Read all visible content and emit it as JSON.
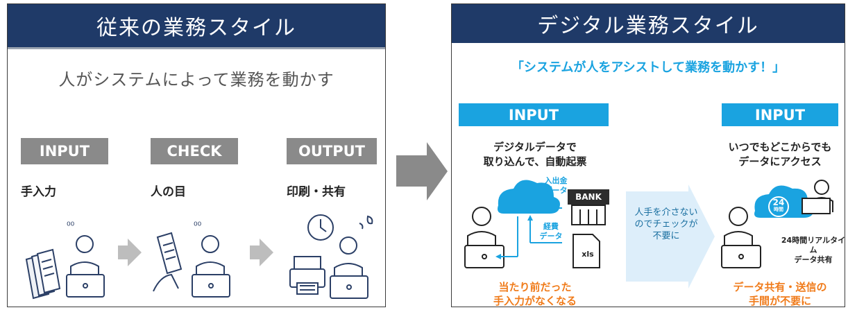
{
  "left": {
    "title": "従来の業務スタイル",
    "subtitle": "人がシステムによって業務を動かす",
    "stages": [
      {
        "label": "INPUT",
        "desc": "手入力"
      },
      {
        "label": "CHECK",
        "desc": "人の目"
      },
      {
        "label": "OUTPUT",
        "desc": "印刷・共有"
      }
    ]
  },
  "right": {
    "title": "デジタル業務スタイル",
    "subtitle": "「システムが人をアシストして業務を動かす！」",
    "blocks": [
      {
        "label": "INPUT",
        "desc_line1": "デジタルデータで",
        "desc_line2": "取り込んで、自動起票",
        "benefit_line1": "当たり前だった",
        "benefit_line2": "手入力がなくなる"
      },
      {
        "label": "INPUT",
        "desc_line1": "いつでもどこからでも",
        "desc_line2": "データにアクセス",
        "benefit_line1": "データ共有・送信の",
        "benefit_line2": "手間が不要に"
      }
    ],
    "bank_flow_line1": "入出金",
    "bank_flow_line2": "データ",
    "bank_label": "BANK",
    "expense_line1": "経費",
    "expense_line2": "データ",
    "xls_label": "xls",
    "middle_line1": "人手を介さない",
    "middle_line2": "のでチェックが",
    "middle_line3": "不要に",
    "clock_number": "24",
    "clock_caption": "時間",
    "realtime_line1": "24時間リアルタイム",
    "realtime_line2": "データ共有"
  },
  "colors": {
    "header_navy": "#1f3a68",
    "accent_blue": "#1aa3e0",
    "accent_orange": "#f07b1a",
    "stage_gray": "#8a8a8a"
  }
}
